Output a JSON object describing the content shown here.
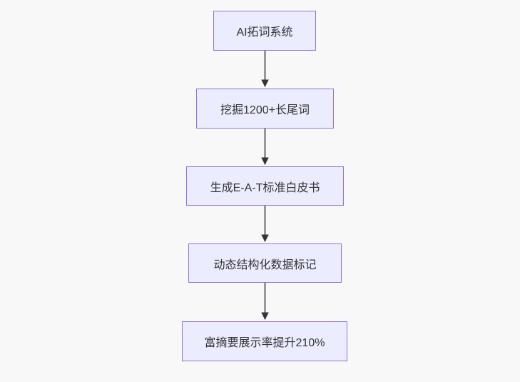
{
  "diagram": {
    "type": "flowchart",
    "direction": "top-to-bottom",
    "colors": {
      "background": "#f8f8f8",
      "node_fill": "#ECECFF",
      "node_border": "#9370DB",
      "node_text": "#333333",
      "arrow": "#333333"
    },
    "nodes": [
      {
        "label": "AI拓词系统"
      },
      {
        "label": "挖掘1200+长尾词"
      },
      {
        "label": "生成E-A-T标准白皮书"
      },
      {
        "label": "动态结构化数据标记"
      },
      {
        "label": "富摘要展示率提升210%"
      }
    ],
    "edges": [
      {
        "from": "AI拓词系统",
        "to": "挖掘1200+长尾词"
      },
      {
        "from": "挖掘1200+长尾词",
        "to": "生成E-A-T标准白皮书"
      },
      {
        "from": "生成E-A-T标准白皮书",
        "to": "动态结构化数据标记"
      },
      {
        "from": "动态结构化数据标记",
        "to": "富摘要展示率提升210%"
      }
    ]
  }
}
